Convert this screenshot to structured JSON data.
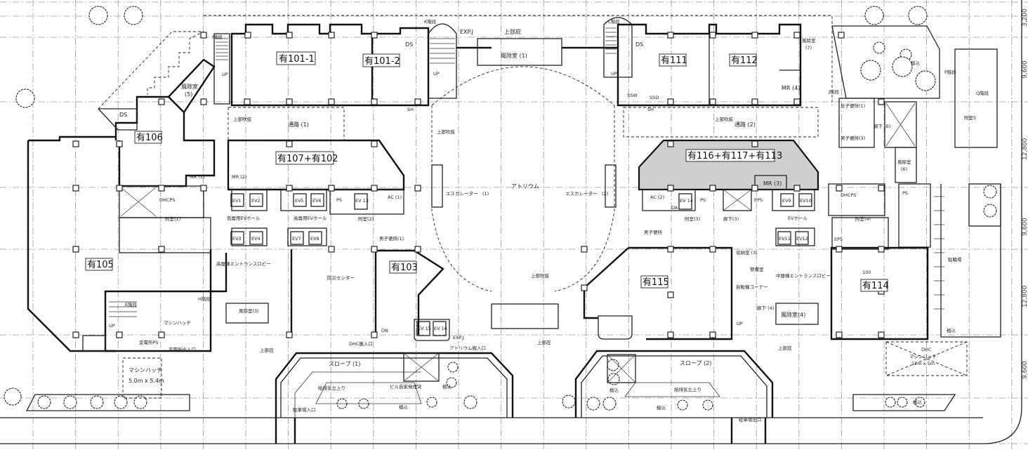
{
  "units": {
    "u101_1": "有101-1",
    "u101_2": "有101-2",
    "u106": "有106",
    "u107_102": "有107+有102",
    "u105": "有105",
    "u103": "有103",
    "u111": "有111",
    "u112": "有112",
    "u116_117_113": "有116+有117+有113",
    "u115": "有115",
    "u114": "有114"
  },
  "rooms": {
    "windbreak1": "風除室 (1)",
    "windbreak3": "風除室(3)",
    "windbreak4": "風除室(4)",
    "windbreak5a": "風除室",
    "windbreak5b": "(5)",
    "windbreak6a": "風除室",
    "windbreak6b": "(6)",
    "windbreak7a": "風除室",
    "windbreak7b": "(7)",
    "passage1": "通路 (1)",
    "passage2": "通路 (2)",
    "void": "上部吹抜",
    "atrium": "アトリウム",
    "escalator1": "エスカレーター　(1)",
    "escalator2": "エスカレーター　(2)",
    "highrise_lobby": "高層棟エントランスロビー",
    "midrise_lobby": "中層棟エントランスロビー",
    "disaster_center": "防災センター",
    "vending": "自販機コーナー",
    "security": "警備室",
    "atrium_loading": "アトリウム搬入口",
    "dhc_loading": "DHC搬入口",
    "slope1": "スロープ (1)",
    "slope2": "スロープ (2)",
    "parking_in": "駐車場入口",
    "parking_out": "駐車場出口",
    "planting": "植込",
    "hatch1_title": "マシンハッチ",
    "hatch1_size": "5.0m x 5.4m",
    "hatch2_title": "DHC",
    "hatch2_sub": "マシンハッチ",
    "hatch2_size": "12m x 5m",
    "low_ev_hall": "低層用EVホール",
    "high_ev_hall": "高層用EVホール",
    "ev_hall": "EVホール",
    "chimney": "ビル自家発煙突",
    "air_shaft": "給排気立上り",
    "bicycle": "駐輪場",
    "expj": "EXP.J",
    "canopy": "上部庇",
    "stair_k": "K階段",
    "stair_l": "L階段",
    "stair_i": "I階段",
    "stair_j": "J階段",
    "stair_p": "P階段",
    "stair_q": "Q階段",
    "stair_e": "E階段",
    "stair_h": "H階段",
    "mr1": "MR (1)",
    "mr2": "MR (2)",
    "mr3": "MR (3)",
    "mr4": "MR (4)",
    "ds": "DS",
    "dhcps": "DHCPS",
    "ps": "PS",
    "eps": "EPS",
    "da": "DA",
    "ac1": "AC (1)",
    "ac2": "AC (2)",
    "sh": "SH",
    "ssw": "SSW",
    "ssd": "SSD",
    "up": "UP",
    "dn": "DN",
    "annex1": "附室(1)",
    "annex2": "附室(2)",
    "annex3": "附室(3)",
    "annex4": "附室(4)",
    "annex5": "附室5",
    "corridor3": "廊下(3)",
    "corridor4": "廊下 (4)",
    "corridor6": "廊下 (6)",
    "women_wc": "女子便所(1)",
    "men_wc1": "男子便所(1)",
    "men_wc3": "男子便所(3)",
    "men_wc": "男子便所",
    "storage3": "収納室 (3)",
    "substation": "変電所出入口",
    "substation_ps": "変電所PS",
    "machine_hatch_small": "マシンハッチ",
    "dim100": "100"
  },
  "elevators": [
    "EV1",
    "EV2",
    "EV3",
    "EV4",
    "EV5",
    "EV6",
    "EV7",
    "EV8",
    "EV9",
    "EV10",
    "EV11",
    "EV12",
    "EV 13",
    "EV 14",
    "EV 15",
    "EV 16"
  ],
  "dimensions": [
    "3,200",
    "9,600",
    "12,800",
    "9,600",
    "12,800",
    "9,600"
  ]
}
